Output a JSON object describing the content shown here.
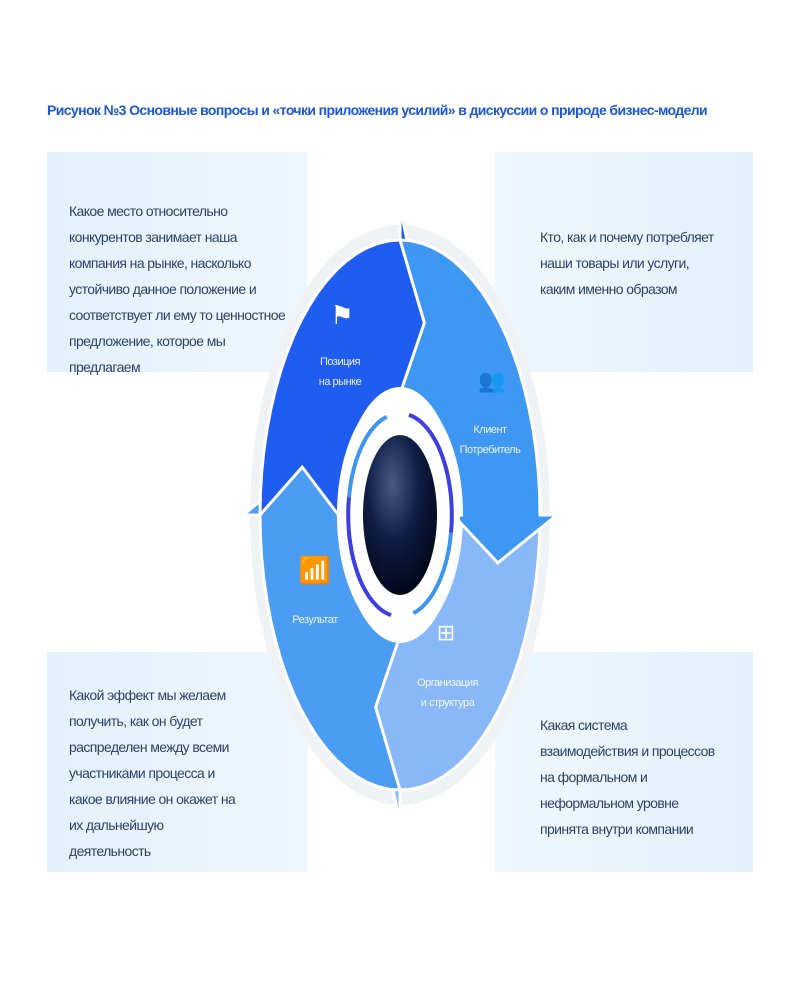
{
  "title": "Рисунок №3 Основные вопросы и «точки приложения усилий» в дискуссии о природе бизнес-модели",
  "boxes": {
    "top_left": "Какое место относительно конкурентов занимает наша компания на рынке, насколько устойчиво данное положение и соответствует ли ему то ценностное предложение, которое мы предлагаем",
    "top_right": "Кто, как и почему потребляет наши товары или услуги, каким именно образом",
    "bottom_left": "Какой эффект мы желаем получить, как он будет распределен между всеми участниками процесса и какое влияние он окажет на их дальнейшую деятельность",
    "bottom_right": "Какая система взаимодействия и процессов на формальном и неформальном уровне принята внутри компании"
  },
  "segments": {
    "position": {
      "label1": "Позиция",
      "label2": "на рынке",
      "icon": "flag-icon",
      "color": "#1f5cf0"
    },
    "client": {
      "label1": "Клиент",
      "label2": "Потребитель",
      "icon": "people-icon",
      "color": "#3f97f4"
    },
    "org": {
      "label1": "Организация",
      "label2": "и структура",
      "icon": "hierarchy-icon",
      "color": "#89b8f8"
    },
    "result": {
      "label1": "Результат",
      "icon": "growth-chart-icon",
      "color": "#4a9df3"
    }
  },
  "colors": {
    "center": "#0a1a3a",
    "inner_arc": "#3b3ee0",
    "inner_arrow": "#3d95f2"
  }
}
